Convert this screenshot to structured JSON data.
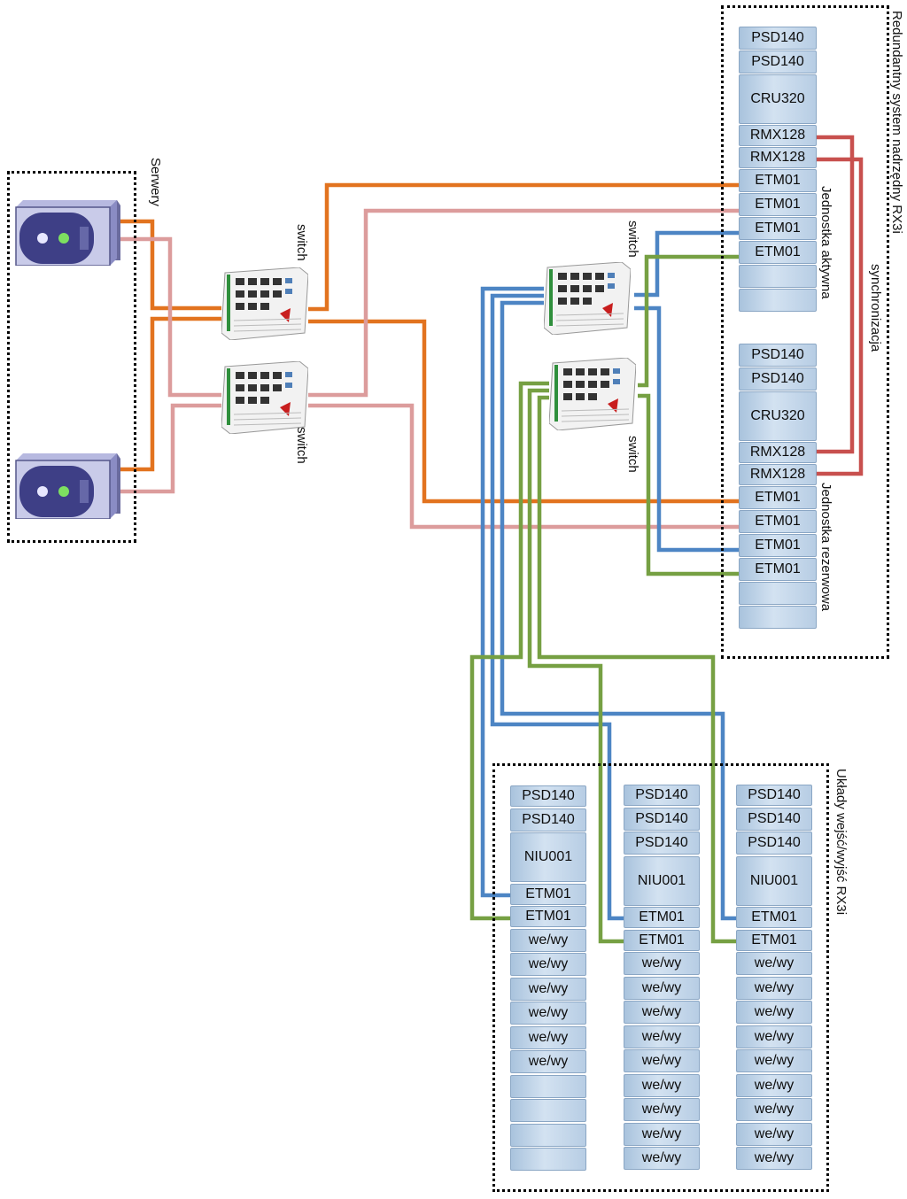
{
  "groups": {
    "servers": "Serwery",
    "master": "Redundantny system nadrzędny RX3i",
    "io": "Układy wejść/wyjść RX3i"
  },
  "labels": {
    "switch": "switch",
    "sync": "synchronizacja",
    "active_unit": "Jednostka aktywna",
    "backup_unit": "Jednostka rezerwowa"
  },
  "racks": {
    "active": [
      "PSD140",
      "PSD140",
      "CRU320",
      "RMX128",
      "RMX128",
      "ETM01",
      "ETM01",
      "ETM01",
      "ETM01",
      "",
      ""
    ],
    "backup": [
      "PSD140",
      "PSD140",
      "CRU320",
      "RMX128",
      "RMX128",
      "ETM01",
      "ETM01",
      "ETM01",
      "ETM01",
      "",
      ""
    ],
    "io1": [
      "PSD140",
      "PSD140",
      "NIU001",
      "ETM01",
      "ETM01",
      "we/wy",
      "we/wy",
      "we/wy",
      "we/wy",
      "we/wy",
      "we/wy",
      "",
      "",
      "",
      ""
    ],
    "io2": [
      "PSD140",
      "PSD140",
      "PSD140",
      "NIU001",
      "ETM01",
      "ETM01",
      "we/wy",
      "we/wy",
      "we/wy",
      "we/wy",
      "we/wy",
      "we/wy",
      "we/wy",
      "we/wy",
      "we/wy"
    ],
    "io3": [
      "PSD140",
      "PSD140",
      "PSD140",
      "NIU001",
      "ETM01",
      "ETM01",
      "we/wy",
      "we/wy",
      "we/wy",
      "we/wy",
      "we/wy",
      "we/wy",
      "we/wy",
      "we/wy",
      "we/wy"
    ]
  },
  "colors": {
    "orange": "#e2731f",
    "pink": "#dc9c9c",
    "blue": "#4d85c4",
    "green": "#76a043",
    "red": "#c8504e"
  }
}
